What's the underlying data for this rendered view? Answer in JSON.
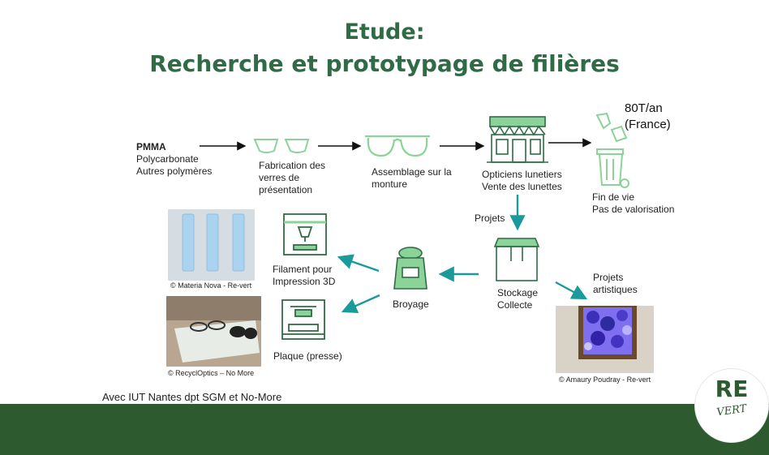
{
  "title": {
    "line1": "Etude:",
    "line2": "Recherche et prototypage de filières"
  },
  "flow": {
    "source": {
      "bold": "PMMA",
      "line2": "Polycarbonate",
      "line3": "Autres polymères"
    },
    "fabrication": [
      "Fabrication des",
      "verres de",
      "présentation"
    ],
    "assemblage": [
      "Assemblage sur la",
      "monture"
    ],
    "opticiens": [
      "Opticiens lunetiers",
      "Vente des lunettes"
    ],
    "quantity": [
      "80T/an",
      "(France)"
    ],
    "fin_de_vie": [
      "Fin de vie",
      "Pas de valorisation"
    ],
    "projets": "Projets",
    "stockage": [
      "Stockage",
      "Collecte"
    ],
    "projets_artistiques": [
      "Projets",
      "artistiques"
    ],
    "broyage": "Broyage",
    "filament": [
      "Filament pour",
      "Impression 3D"
    ],
    "plaque": "Plaque (presse)"
  },
  "captions": {
    "materia": "© Materia Nova - Re-vert",
    "recycl": "© RecyclOptics – No More",
    "amaury": "© Amaury Poudray - Re-vert"
  },
  "footer_note": "Avec IUT Nantes dpt SGM et No-More",
  "logo": {
    "line1": "RE",
    "line2": "VERT"
  },
  "colors": {
    "title": "#2f6b45",
    "icon_green": "#8cd39a",
    "teal": "#1a9a9a",
    "footer": "#2d5a2f"
  }
}
